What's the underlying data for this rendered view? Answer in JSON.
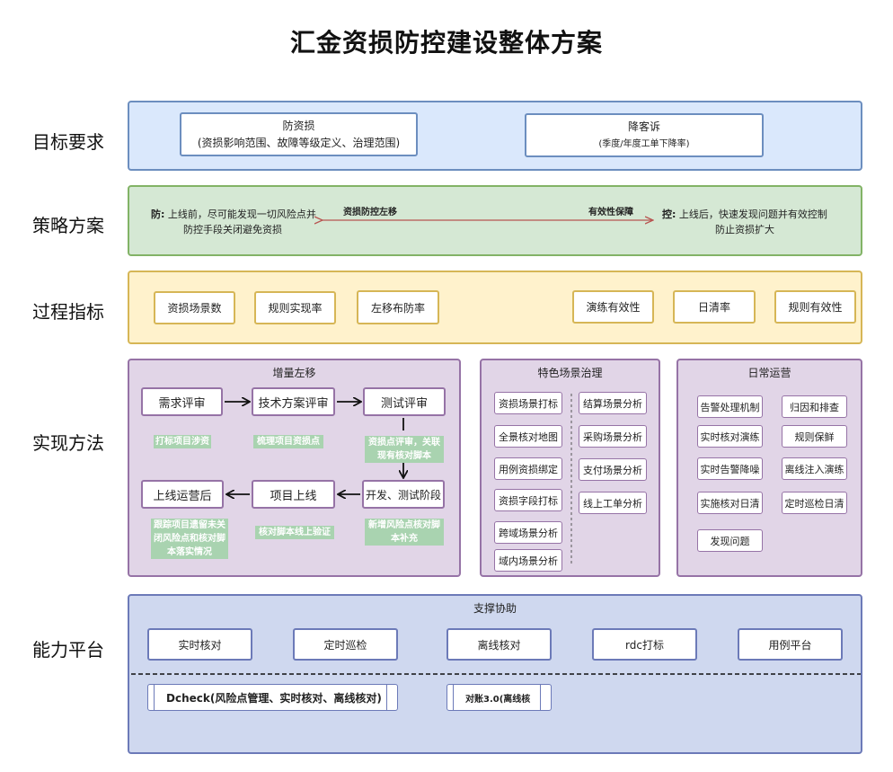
{
  "title": "汇金资损防控建设整体方案",
  "rows": {
    "goal": "目标要求",
    "strategy": "策略方案",
    "process": "过程指标",
    "method": "实现方法",
    "platform": "能力平台"
  },
  "goal": {
    "box1_title": "防资损",
    "box1_sub": "(资损影响范围、故障等级定义、治理范围)",
    "box2_title": "降客诉",
    "box2_sub": "(季度/年度工单下降率)"
  },
  "strategy": {
    "left_key": "防:",
    "left_line1": "上线前，尽可能发现一切风险点并",
    "left_line2": "防控手段关闭避免资损",
    "arrow_left_label": "资损防控左移",
    "arrow_right_label": "有效性保障",
    "right_key": "控:",
    "right_line1": "上线后，快速发现问题并有效控制",
    "right_line2": "防止资损扩大"
  },
  "process": {
    "items": [
      "资损场景数",
      "规则实现率",
      "左移布防率",
      "演练有效性",
      "日清率",
      "规则有效性"
    ]
  },
  "method": {
    "shift_title": "增量左移",
    "steps": [
      "需求评审",
      "技术方案评审",
      "测试评审",
      "开发、测试阶段",
      "项目上线",
      "上线运营后"
    ],
    "notes": [
      "打标项目涉资",
      "梳理项目资损点",
      "资损点评审，关联现有核对脚本",
      "新增风险点核对脚本补充",
      "核对脚本线上验证",
      "跟踪项目遗留未关闭风险点和核对脚本落实情况"
    ],
    "scene_title": "特色场景治理",
    "scene_left": [
      "资损场景打标",
      "全景核对地图",
      "用例资损绑定",
      "资损字段打标",
      "跨域场景分析",
      "域内场景分析"
    ],
    "scene_right": [
      "结算场景分析",
      "采购场景分析",
      "支付场景分析",
      "线上工单分析"
    ],
    "ops_title": "日常运营",
    "ops_left": [
      "告警处理机制",
      "实时核对演练",
      "实时告警降噪",
      "实施核对日清",
      "发现问题"
    ],
    "ops_right": [
      "归因和排查",
      "规则保鲜",
      "离线注入演练",
      "定时巡检日清"
    ]
  },
  "platform": {
    "title": "支撑协助",
    "items": [
      "实时核对",
      "定时巡检",
      "离线核对",
      "rdc打标",
      "用例平台"
    ],
    "proc1": "Dcheck(风险点管理、实时核对、离线核对)",
    "proc2": "对账3.0(离线核"
  },
  "colors": {
    "blue": "#dae8fc",
    "green": "#d5e8d4",
    "yellow": "#fff2cc",
    "purple": "#e1d5e7",
    "indigo": "#cfd8ef",
    "arrow_red": "#b85450",
    "note_green": "#a9d3b0"
  }
}
